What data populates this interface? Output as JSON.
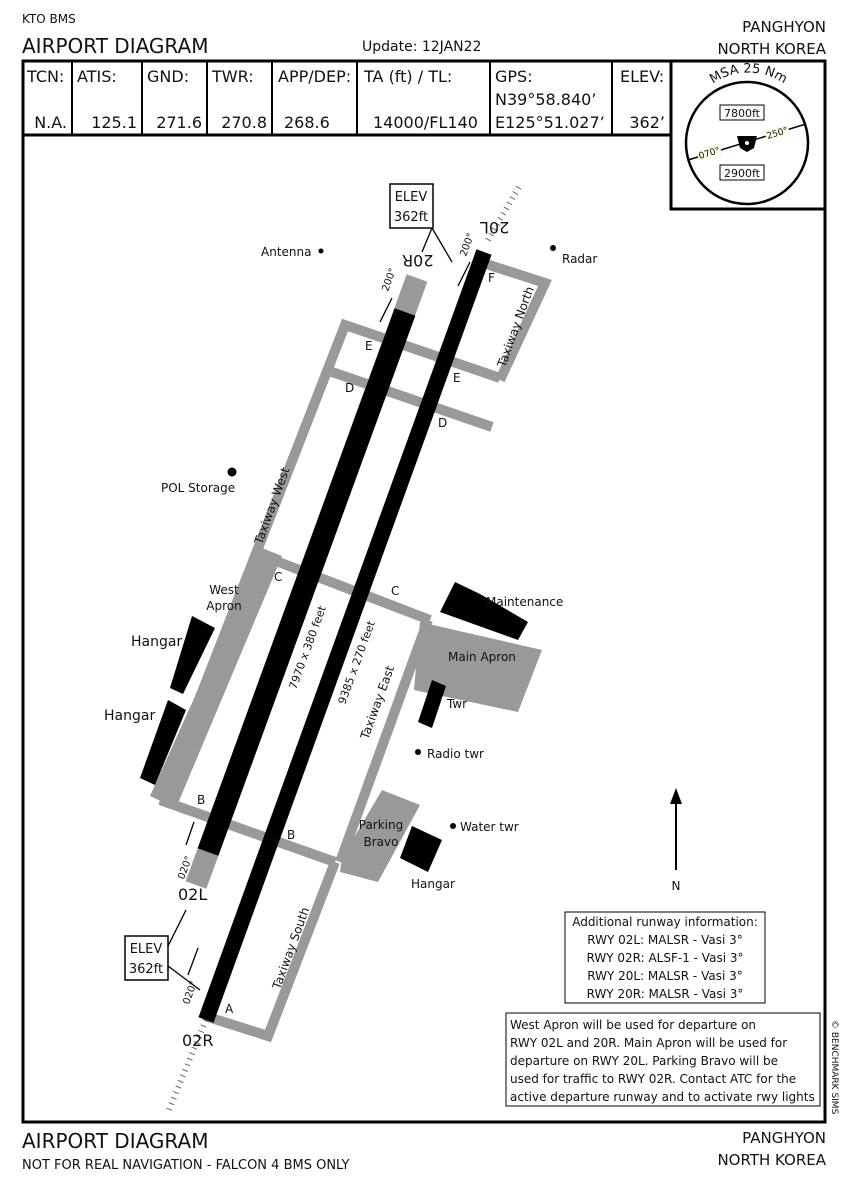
{
  "header": {
    "sim": "KTO BMS",
    "title": "AIRPORT DIAGRAM",
    "update": "Update: 12JAN22",
    "city": "PANGHYON",
    "country": "NORTH KOREA"
  },
  "info": [
    {
      "label": "TCN:",
      "value": "N.A."
    },
    {
      "label": "ATIS:",
      "value": "125.1"
    },
    {
      "label": "GND:",
      "value": "271.6"
    },
    {
      "label": "TWR:",
      "value": "270.8"
    },
    {
      "label": "APP/DEP:",
      "value": "268.6"
    },
    {
      "label": "TA (ft) / TL:",
      "value": "14000/FL140"
    },
    {
      "label": "GPS:",
      "value": "N39°58.840’",
      "value2": "E125°51.027’"
    },
    {
      "label": "ELEV:",
      "value": "362’"
    }
  ],
  "msa": {
    "title": "MSA 25 Nm",
    "north_alt": "7800ft",
    "south_alt": "2900ft",
    "brg1": "070°",
    "brg2": "250°"
  },
  "runways": {
    "r02l": "02L",
    "r02r": "02R",
    "r20l": "20L",
    "r20r": "20R",
    "hdg020": "020°",
    "hdg200": "200°",
    "dim1": "7970 x 380 feet",
    "dim2": "9385 x 270 feet"
  },
  "elev_box": {
    "line1": "ELEV",
    "line2": "362ft"
  },
  "taxiways": {
    "a": "A",
    "b": "B",
    "c": "C",
    "d": "D",
    "e": "E",
    "f": "F",
    "west": "Taxiway West",
    "north": "Taxiway North",
    "east": "Taxiway East",
    "south": "Taxiway South"
  },
  "features": {
    "antenna": "Antenna",
    "radar": "Radar",
    "pol": "POL Storage",
    "west_apron1": "West",
    "west_apron2": "Apron",
    "hangar": "Hangar",
    "maintenance": "Maintenance",
    "main_apron": "Main Apron",
    "twr": "Twr",
    "radio_twr": "Radio twr",
    "water_twr": "Water twr",
    "parking1": "Parking",
    "parking2": "Bravo",
    "north": "N"
  },
  "notes": {
    "runway_info": [
      "Additional runway information:",
      "RWY 02L: MALSR - Vasi 3°",
      "RWY 02R: ALSF-1 - Vasi 3°",
      "RWY 20L: MALSR - Vasi 3°",
      "RWY 20R: MALSR - Vasi 3°"
    ],
    "departure": [
      "West Apron will be used for departure on",
      "RWY 02L and 20R. Main Apron will be used for",
      "departure on RWY 20L. Parking Bravo will be",
      "used for traffic to RWY 02R. Contact ATC for the",
      "active departure runway and to activate rwy lights"
    ]
  },
  "copyright": "© BENCHMARK SIMS",
  "footer": {
    "title": "AIRPORT DIAGRAM",
    "disclaimer": "NOT FOR REAL NAVIGATION - FALCON 4 BMS ONLY",
    "city": "PANGHYON",
    "country": "NORTH KOREA"
  }
}
